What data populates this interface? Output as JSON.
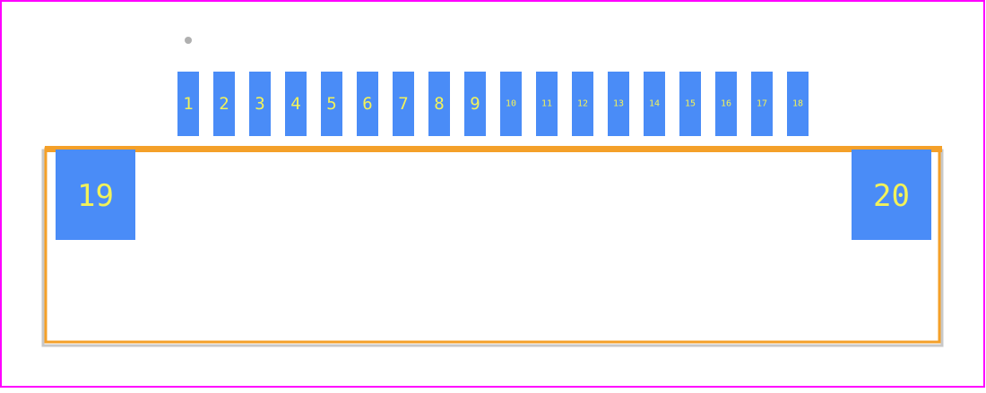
{
  "colors": {
    "background": "#ffffff",
    "border": "#ff00ff",
    "pad": "#4a8cf7",
    "pad_label": "#f2f25a",
    "outline": "#f4a029",
    "outline_shadow": "#c8c8c8",
    "marker": "#b0b0b0"
  },
  "pads_top": [
    "1",
    "2",
    "3",
    "4",
    "5",
    "6",
    "7",
    "8",
    "9",
    "10",
    "11",
    "12",
    "13",
    "14",
    "15",
    "16",
    "17",
    "18"
  ],
  "pads_large": [
    "19",
    "20"
  ]
}
